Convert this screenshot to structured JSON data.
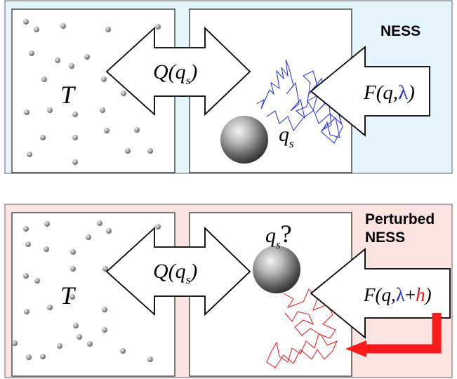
{
  "panels": [
    {
      "label_lines": [
        "NESS"
      ],
      "bath_symbol": "T",
      "heat": {
        "prefix": "Q(q",
        "sub": "s",
        "suffix": ")"
      },
      "particle": {
        "symbol": "q",
        "sub": "s",
        "suffix": ""
      },
      "force": {
        "prefix": "F(q,",
        "param": "λ",
        "extra": "",
        "suffix": ")"
      },
      "colors": {
        "background": "#e6f4fb",
        "trajectory": "#1f2fd6",
        "param": "#1f2fd6"
      }
    },
    {
      "label_lines": [
        "Perturbed",
        "NESS"
      ],
      "bath_symbol": "T",
      "heat": {
        "prefix": "Q(q",
        "sub": "s",
        "suffix": ")"
      },
      "particle": {
        "symbol": "q",
        "sub": "s",
        "suffix": "?"
      },
      "force": {
        "prefix": "F(q,",
        "param": "λ",
        "plus": "+",
        "extra": "h",
        "suffix": ")"
      },
      "colors": {
        "background": "#fbe3e2",
        "trajectory": "#e01818",
        "param": "#1f2fd6",
        "perturbation": "#ff1a1a"
      }
    }
  ]
}
